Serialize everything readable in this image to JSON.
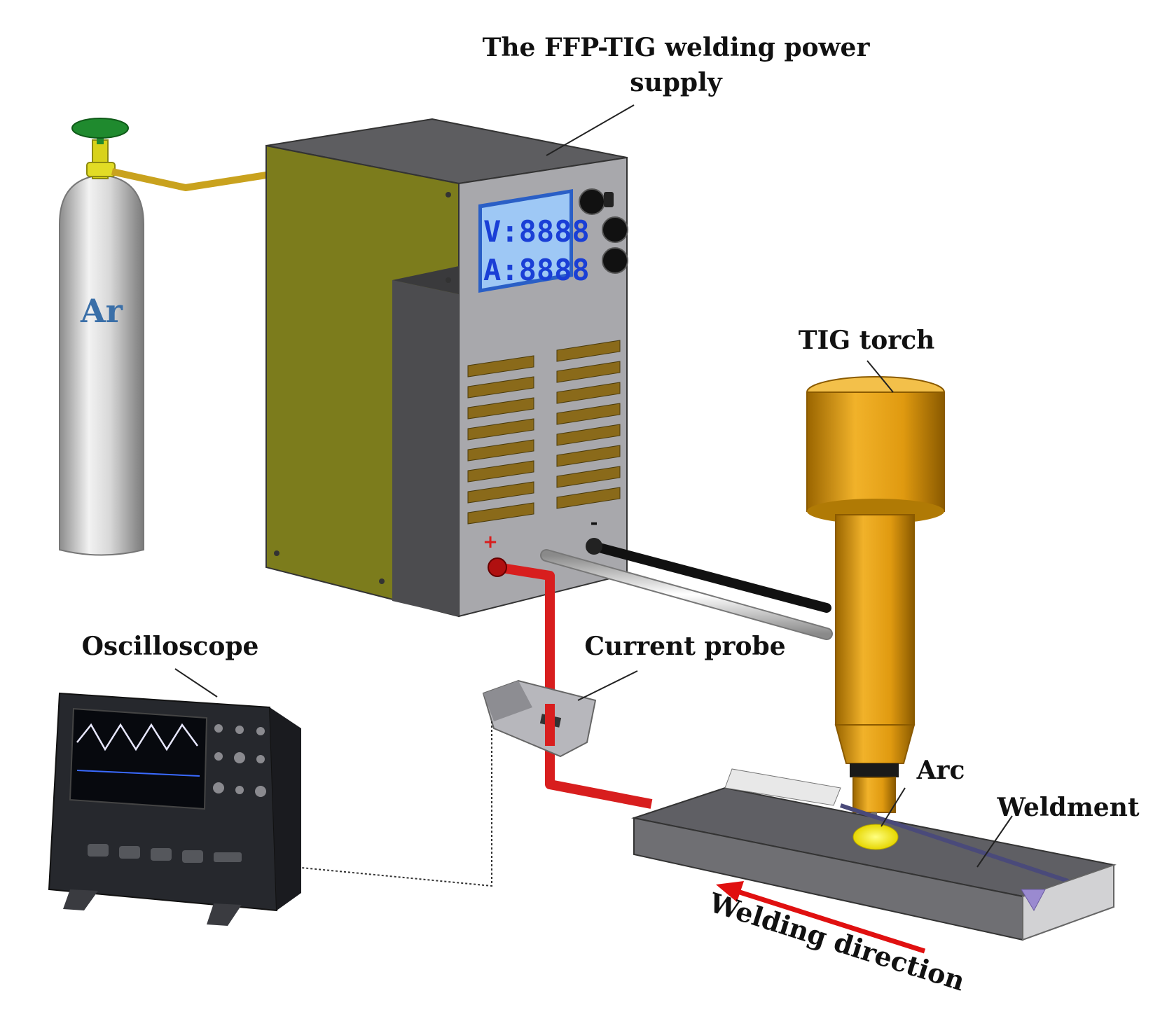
{
  "labels": {
    "power_supply_line1": "The FFP-TIG welding power",
    "power_supply_line2": "supply",
    "tig_torch": "TIG torch",
    "oscilloscope": "Oscilloscope",
    "current_probe": "Current probe",
    "arc": "Arc",
    "weldment": "Weldment",
    "welding_direction": "Welding direction",
    "gas_cylinder": "Ar"
  },
  "display": {
    "voltage": "V:8888",
    "current": "A:8888"
  },
  "terminals": {
    "positive": "+",
    "negative": "-"
  },
  "colors": {
    "supply_side": "#7a7a1a",
    "supply_front": "#a9a9ad",
    "supply_top": "#5c5c5e",
    "lcd_bg": "#9ec8f5",
    "torch": "#e3a017",
    "cable_positive": "#d81e1e",
    "cable_negative": "#111111",
    "gas_valve": "#1f8a2e",
    "direction_arrow": "#e01010"
  }
}
